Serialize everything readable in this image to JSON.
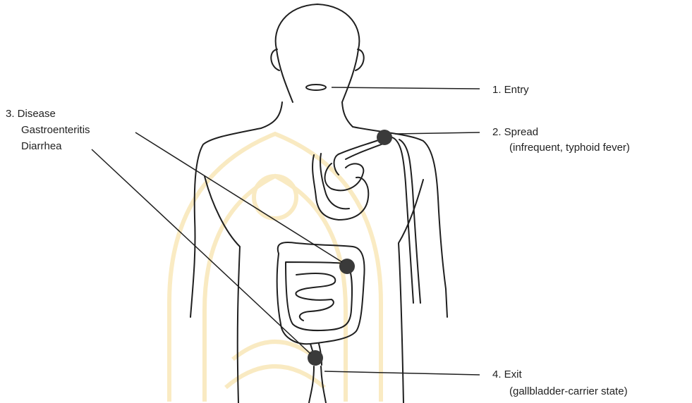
{
  "labels": {
    "entry": "1. Entry",
    "spread": "2. Spread",
    "spread_note": "(infrequent, typhoid fever)",
    "disease": "3. Disease",
    "disease_line2": "Gastroenteritis",
    "disease_line3": "Diarrhea",
    "exit": "4. Exit",
    "exit_note": "(gallbladder-carrier state)"
  },
  "colors": {
    "outline": "#1f1f1f",
    "site_dot": "#3a3a3a",
    "watermark": "#f3d27a"
  },
  "icons": {
    "watermark": "university-seal-watermark"
  }
}
